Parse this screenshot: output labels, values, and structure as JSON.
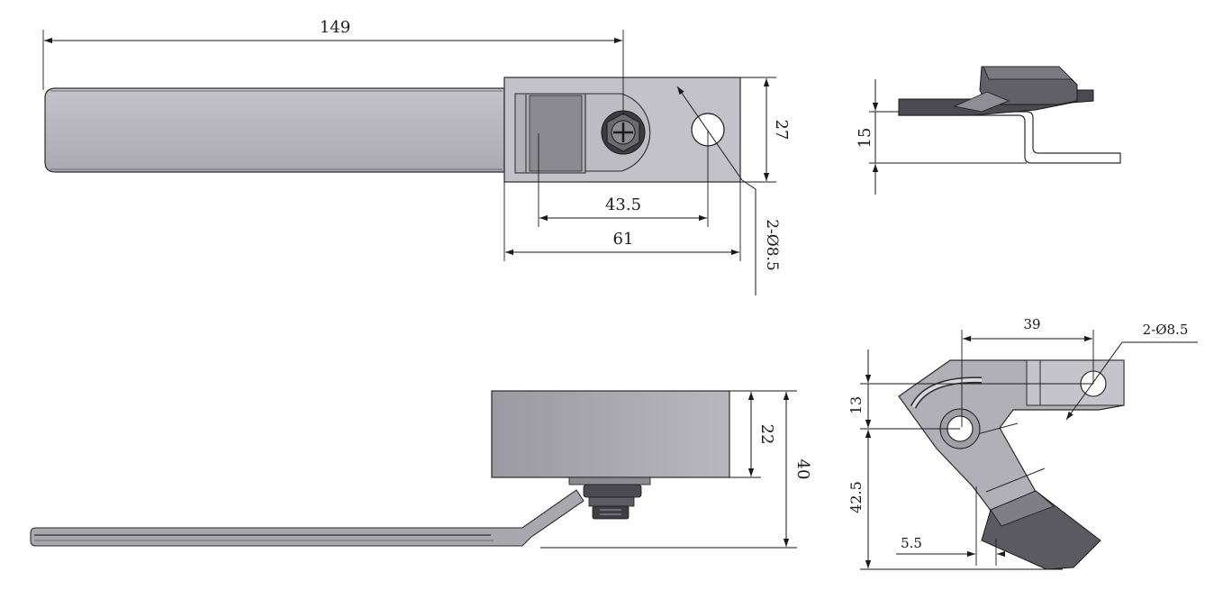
{
  "drawing": {
    "colors": {
      "metal_light": "#b9b9bf",
      "metal_mid": "#a4a4aa",
      "metal_dark": "#7e7e84",
      "metal_shadow": "#5c5c62",
      "line": "#1a1a1a",
      "background": "#ffffff"
    },
    "top_view": {
      "dim_total_length": "149",
      "dim_height": "27",
      "dim_hole_span": "43.5",
      "dim_base_length": "61",
      "dim_holes": "2-Ø8.5"
    },
    "side_view_small": {
      "dim_height": "15"
    },
    "front_view": {
      "dim_body_height": "22",
      "dim_total_height": "40"
    },
    "iso_view": {
      "dim_width": "39",
      "dim_holes": "2-Ø8.5",
      "dim_upper": "13",
      "dim_lower": "42.5",
      "dim_offset": "5.5"
    }
  }
}
